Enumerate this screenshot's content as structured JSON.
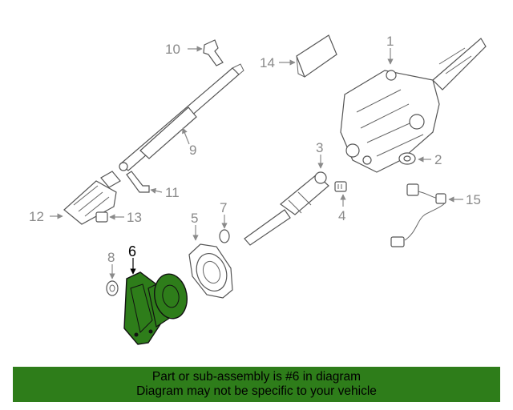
{
  "callouts": {
    "p1": "1",
    "p2": "2",
    "p3": "3",
    "p4": "4",
    "p5": "5",
    "p6": "6",
    "p7": "7",
    "p8": "8",
    "p9": "9",
    "p10": "10",
    "p11": "11",
    "p12": "12",
    "p13": "13",
    "p14": "14",
    "p15": "15"
  },
  "highlight": {
    "part_number": "6",
    "color": "#2e7d1a"
  },
  "banner": {
    "line1": "Part or sub-assembly is #6 in diagram",
    "line2": "Diagram may not be specific to your vehicle",
    "color": "#2e7d1a"
  }
}
